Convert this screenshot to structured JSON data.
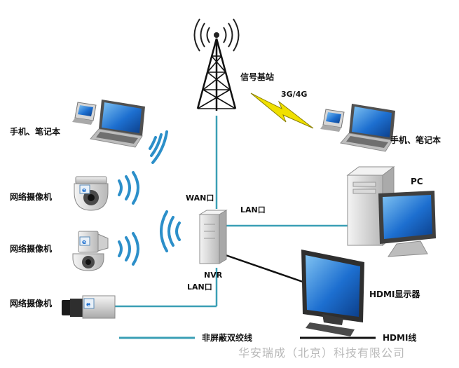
{
  "labels": {
    "tower": "信号基站",
    "cellular": "3G/4G",
    "mobile_left": "手机、笔记本",
    "mobile_right": "手机、笔记本",
    "camera_1": "网络摄像机",
    "camera_2": "网络摄像机",
    "camera_3": "网络摄像机",
    "pc": "PC",
    "wan_port": "WAN口",
    "lan_port_pc": "LAN口",
    "nvr": "NVR",
    "lan_port_cam": "LAN口",
    "hdmi_monitor": "HDMI显示器"
  },
  "legend": {
    "twisted_pair": "非屏蔽双绞线",
    "hdmi_cable": "HDMI线"
  },
  "watermark": "华安瑞成（北京）科技有限公司",
  "colors": {
    "network_line": "#3a9fb5",
    "hdmi_line": "#111111",
    "wifi_wave": "#2c8fc9",
    "cellular_bolt": "#f0e000",
    "screen_blue": "#1d6fd0",
    "device_gray": "#c9c9c9"
  },
  "icons": [
    "cell-tower-icon",
    "laptop-icon",
    "pda-icon",
    "dome-camera-icon",
    "ptz-camera-icon",
    "box-camera-icon",
    "nvr-icon",
    "pc-tower-icon",
    "monitor-icon",
    "wifi-waves-icon",
    "lightning-bolt-icon"
  ]
}
